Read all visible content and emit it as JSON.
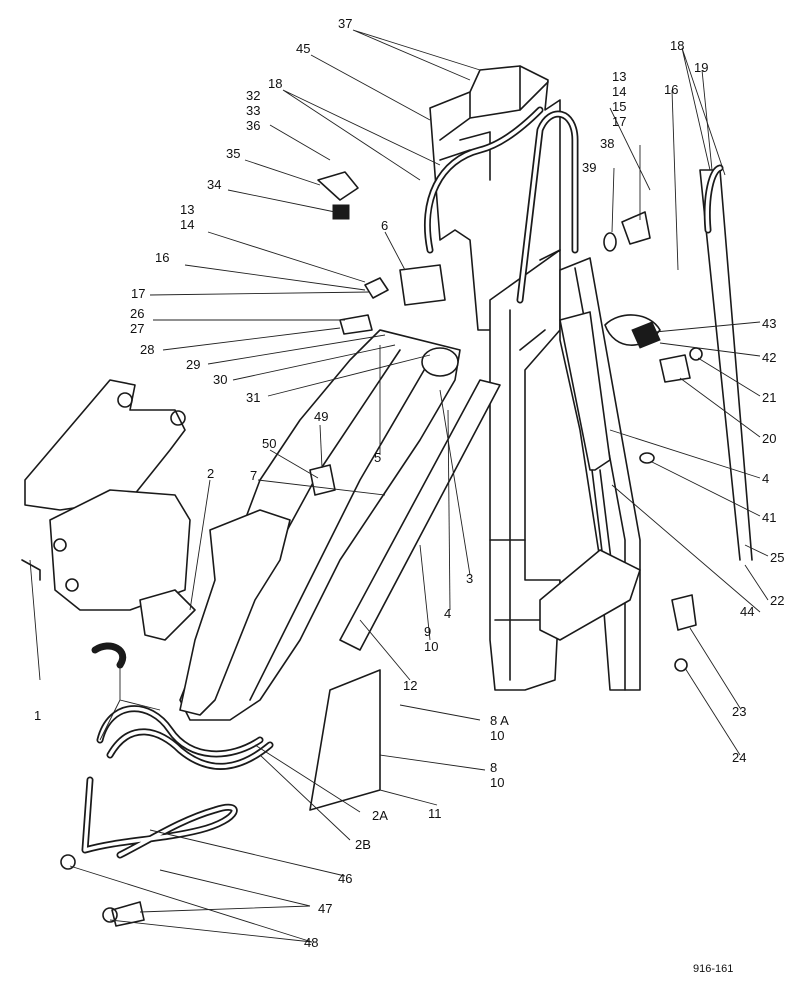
{
  "drawing_ref": "916-161",
  "callouts": [
    {
      "id": "37",
      "lines": [
        "37"
      ]
    },
    {
      "id": "45",
      "lines": [
        "45"
      ]
    },
    {
      "id": "18a",
      "lines": [
        "18"
      ]
    },
    {
      "id": "32-33-36",
      "lines": [
        "32",
        "33",
        "36"
      ]
    },
    {
      "id": "35",
      "lines": [
        "35"
      ]
    },
    {
      "id": "34",
      "lines": [
        "34"
      ]
    },
    {
      "id": "13-14a",
      "lines": [
        "13",
        "14"
      ]
    },
    {
      "id": "6",
      "lines": [
        "6"
      ]
    },
    {
      "id": "16a",
      "lines": [
        "16"
      ]
    },
    {
      "id": "17a",
      "lines": [
        "17"
      ]
    },
    {
      "id": "26-27",
      "lines": [
        "26",
        "27"
      ]
    },
    {
      "id": "28",
      "lines": [
        "28"
      ]
    },
    {
      "id": "29",
      "lines": [
        "29"
      ]
    },
    {
      "id": "30",
      "lines": [
        "30"
      ]
    },
    {
      "id": "31",
      "lines": [
        "31"
      ]
    },
    {
      "id": "5",
      "lines": [
        "5"
      ]
    },
    {
      "id": "49",
      "lines": [
        "49"
      ]
    },
    {
      "id": "50",
      "lines": [
        "50"
      ]
    },
    {
      "id": "7",
      "lines": [
        "7"
      ]
    },
    {
      "id": "2",
      "lines": [
        "2"
      ]
    },
    {
      "id": "3",
      "lines": [
        "3"
      ]
    },
    {
      "id": "4a",
      "lines": [
        "4"
      ]
    },
    {
      "id": "9-10",
      "lines": [
        "9",
        "10"
      ]
    },
    {
      "id": "12",
      "lines": [
        "12"
      ]
    },
    {
      "id": "1",
      "lines": [
        "1"
      ]
    },
    {
      "id": "8A-10",
      "lines": [
        "8 A",
        "10"
      ]
    },
    {
      "id": "8-10",
      "lines": [
        "8",
        "10"
      ]
    },
    {
      "id": "11",
      "lines": [
        "11"
      ]
    },
    {
      "id": "2A",
      "lines": [
        "2A"
      ]
    },
    {
      "id": "2B",
      "lines": [
        "2B"
      ]
    },
    {
      "id": "46",
      "lines": [
        "46"
      ]
    },
    {
      "id": "47",
      "lines": [
        "47"
      ]
    },
    {
      "id": "48",
      "lines": [
        "48"
      ]
    },
    {
      "id": "13-17",
      "lines": [
        "13",
        "14",
        "15",
        "17"
      ]
    },
    {
      "id": "38",
      "lines": [
        "38"
      ]
    },
    {
      "id": "39",
      "lines": [
        "39"
      ]
    },
    {
      "id": "16b",
      "lines": [
        "16"
      ]
    },
    {
      "id": "19",
      "lines": [
        "19"
      ]
    },
    {
      "id": "18b",
      "lines": [
        "18"
      ]
    },
    {
      "id": "43",
      "lines": [
        "43"
      ]
    },
    {
      "id": "42",
      "lines": [
        "42"
      ]
    },
    {
      "id": "21",
      "lines": [
        "21"
      ]
    },
    {
      "id": "20",
      "lines": [
        "20"
      ]
    },
    {
      "id": "4b",
      "lines": [
        "4"
      ]
    },
    {
      "id": "41",
      "lines": [
        "41"
      ]
    },
    {
      "id": "25",
      "lines": [
        "25"
      ]
    },
    {
      "id": "22",
      "lines": [
        "22"
      ]
    },
    {
      "id": "44",
      "lines": [
        "44"
      ]
    },
    {
      "id": "23",
      "lines": [
        "23"
      ]
    },
    {
      "id": "24",
      "lines": [
        "24"
      ]
    }
  ]
}
